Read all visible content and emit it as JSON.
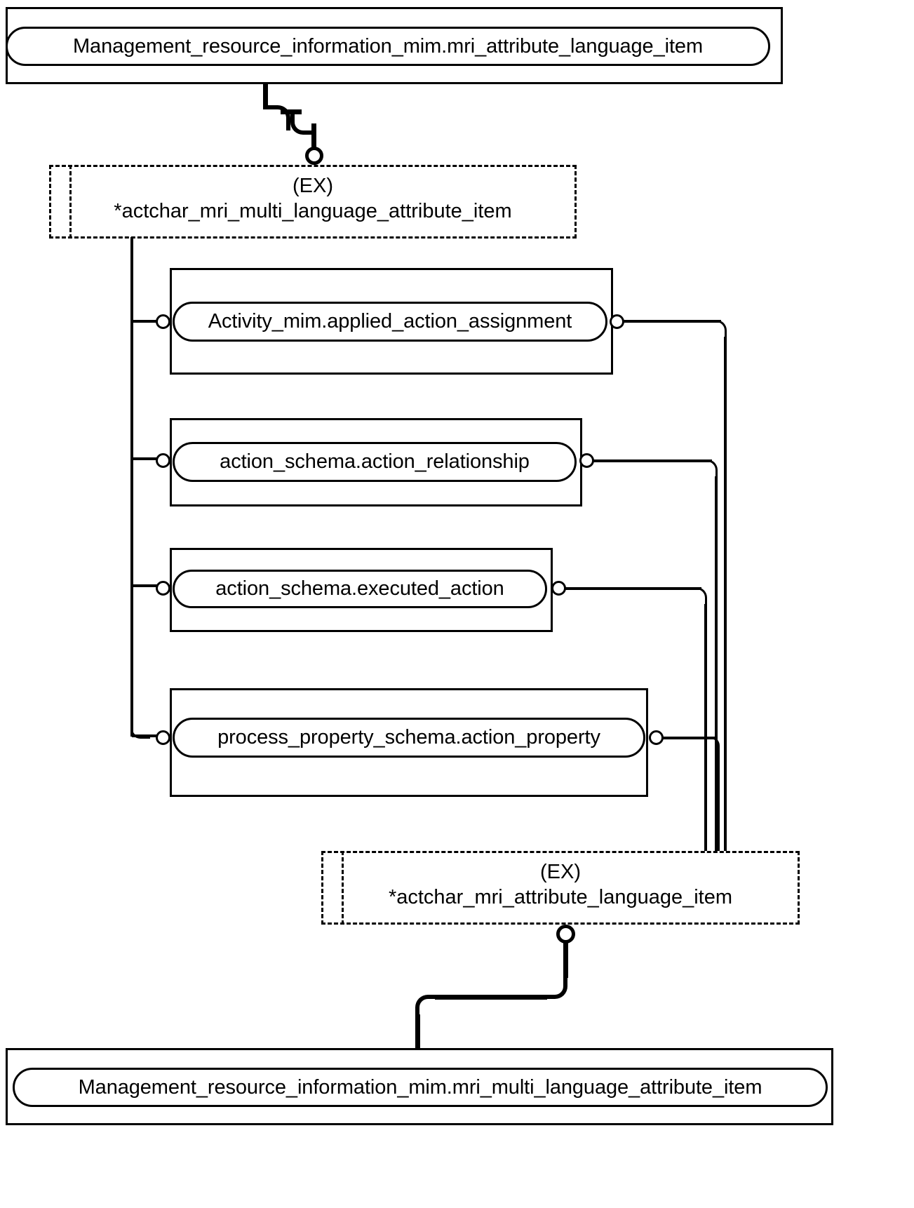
{
  "diagram": {
    "type": "express-g",
    "title_entity": "Management_resource_information_mim.mri_attribute_language_item",
    "bottom_entity": "Management_resource_information_mim.mri_multi_language_attribute_item",
    "schema_top": {
      "tag": "(EX)",
      "name": "*actchar_mri_multi_language_attribute_item"
    },
    "schema_bottom": {
      "tag": "(EX)",
      "name": "*actchar_mri_attribute_language_item"
    },
    "entities": [
      {
        "label": "Activity_mim.applied_action_assignment"
      },
      {
        "label": "action_schema.action_relationship"
      },
      {
        "label": "action_schema.executed_action"
      },
      {
        "label": "process_property_schema.action_property"
      }
    ],
    "colors": {
      "stroke": "#000000",
      "background": "#ffffff"
    }
  }
}
